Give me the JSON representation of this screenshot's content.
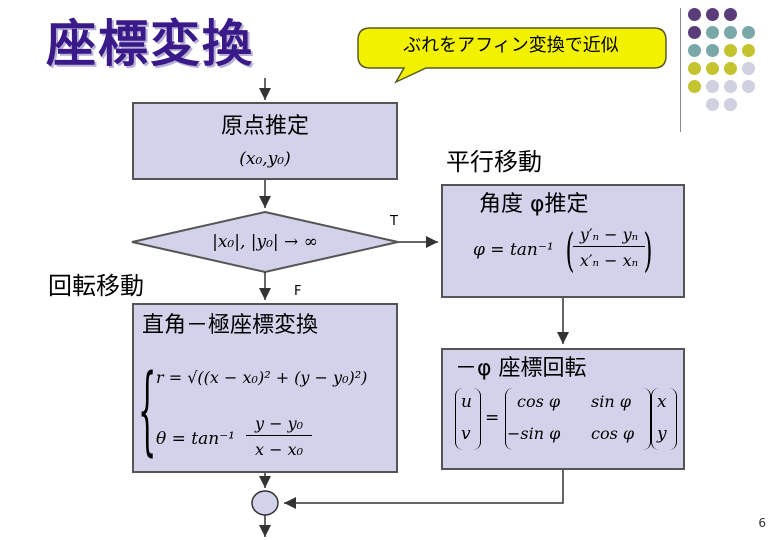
{
  "title": "座標変換",
  "callout": "ぶれをアフィン変換で近似",
  "page_number": "6",
  "colors": {
    "title": "#3a1a88",
    "box_fill": "#d2d3ea",
    "callout_fill": "#f2f200",
    "dot_purple": "#5b3c7a",
    "dot_teal": "#7aa8a8",
    "dot_olive": "#c4c430",
    "dot_light": "#cfd0e0"
  },
  "labels": {
    "translation": "平行移動",
    "rotation_move": "回転移動",
    "true_label": "T",
    "false_label": "F"
  },
  "boxes": {
    "origin": {
      "title": "原点推定",
      "formula": "(x₀,y₀)"
    },
    "decision": {
      "formula": "|x₀|, |y₀| → ∞"
    },
    "angle": {
      "title": "角度 φ推定",
      "formula_lhs": "φ = tan⁻¹",
      "num": "y′ₙ − yₙ",
      "den": "x′ₙ − xₙ"
    },
    "polar": {
      "title": "直角－極座標変換",
      "r_formula": "r = √((x − x₀)² + (y − y₀)²)",
      "theta_lhs": "θ = tan⁻¹",
      "theta_num": "y − y₀",
      "theta_den": "x − x₀"
    },
    "rotate": {
      "title": "－φ 座標回転",
      "vec_u": "u",
      "vec_v": "v",
      "m11": "cos φ",
      "m12": "sin φ",
      "m21": "−sin φ",
      "m22": "cos φ",
      "vec_x": "x",
      "vec_y": "y"
    }
  }
}
